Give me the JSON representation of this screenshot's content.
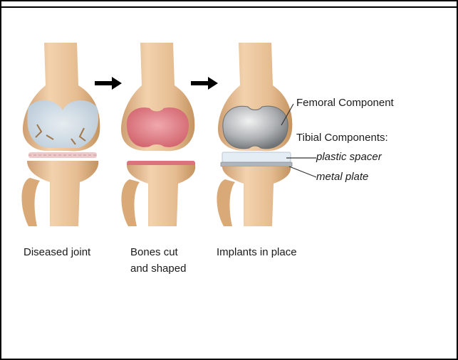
{
  "stages": [
    {
      "caption": "Diseased joint"
    },
    {
      "caption": "Bones cut\nand shaped"
    },
    {
      "caption": "Implants in place"
    }
  ],
  "annotations": {
    "femoral": "Femoral Component",
    "tibial_heading": "Tibial Components:",
    "spacer": "plastic spacer",
    "plate": "metal plate"
  },
  "colors": {
    "bone": "#e8c29a",
    "bone_shadow": "#c99a6c",
    "cartilage_diseased": "#cfe0ee",
    "cut_surface": "#d9737c",
    "implant_metal": "#b9bcbf",
    "plastic_spacer": "#e4ecf4",
    "arrow": "#000000"
  }
}
